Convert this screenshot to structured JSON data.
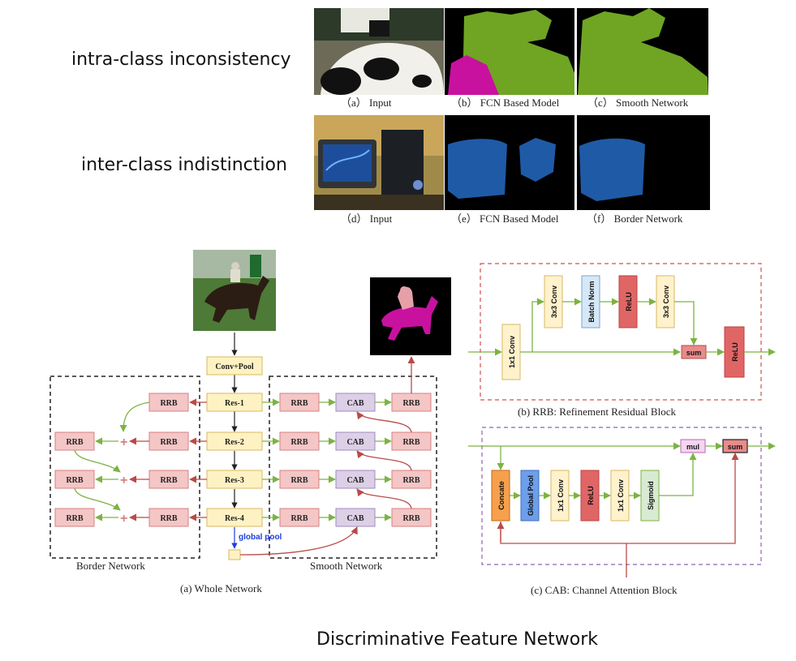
{
  "figure": {
    "title": "Discriminative Feature Network",
    "row_labels": {
      "intra": "intra-class inconsistency",
      "inter": "inter-class indistinction"
    },
    "panel_captions": {
      "a": "（a） Input",
      "b": "（b） FCN Based Model",
      "c": "（c） Smooth Network",
      "d": "（d） Input",
      "e": "（e） FCN Based Model",
      "f": "（f） Border Network"
    },
    "whole_network": {
      "caption": "(a) Whole Network",
      "conv_pool": "Conv+Pool",
      "res": [
        "Res-1",
        "Res-2",
        "Res-3",
        "Res-4"
      ],
      "rrb": "RRB",
      "cab": "CAB",
      "global_pool": "global pool",
      "border_label": "Border Network",
      "smooth_label": "Smooth Network"
    },
    "rrb_block": {
      "caption": "(b) RRB: Refinement Residual Block",
      "conv1": "1x1 Conv",
      "conv3a": "3x3 Conv",
      "bn": "Batch Norm",
      "relu": "ReLU",
      "conv3b": "3x3 Conv",
      "sum": "sum",
      "relu2": "ReLU"
    },
    "cab_block": {
      "caption": "(c) CAB: Channel Attention Block",
      "concat": "Concate",
      "gpool": "Global Pool",
      "conv1a": "1x1 Conv",
      "relu": "ReLU",
      "conv1b": "1x1 Conv",
      "sigmoid": "Sigmoid",
      "mul": "mul",
      "sum": "sum"
    }
  },
  "colors": {
    "green_arrow": "#7cb342",
    "red_arrow": "#b94a48",
    "rrb_fill": "#f4c6c6",
    "rrb_stroke": "#d98080",
    "res_fill": "#fff2c2",
    "res_stroke": "#d9b860",
    "cab_fill": "#dccfe6",
    "cab_stroke": "#a28bbf",
    "relu_fill": "#e06666",
    "bn_fill": "#d6e8f7",
    "conv_fill": "#fff2cc",
    "sigmoid_fill": "#d9ead3",
    "concat_fill": "#f6a04d",
    "gpool_fill": "#6d9eeb",
    "mul_fill": "#f6d4f2",
    "cow_green": "#6fa523",
    "magenta": "#c9119f",
    "seg_blue": "#1f5aa6"
  }
}
